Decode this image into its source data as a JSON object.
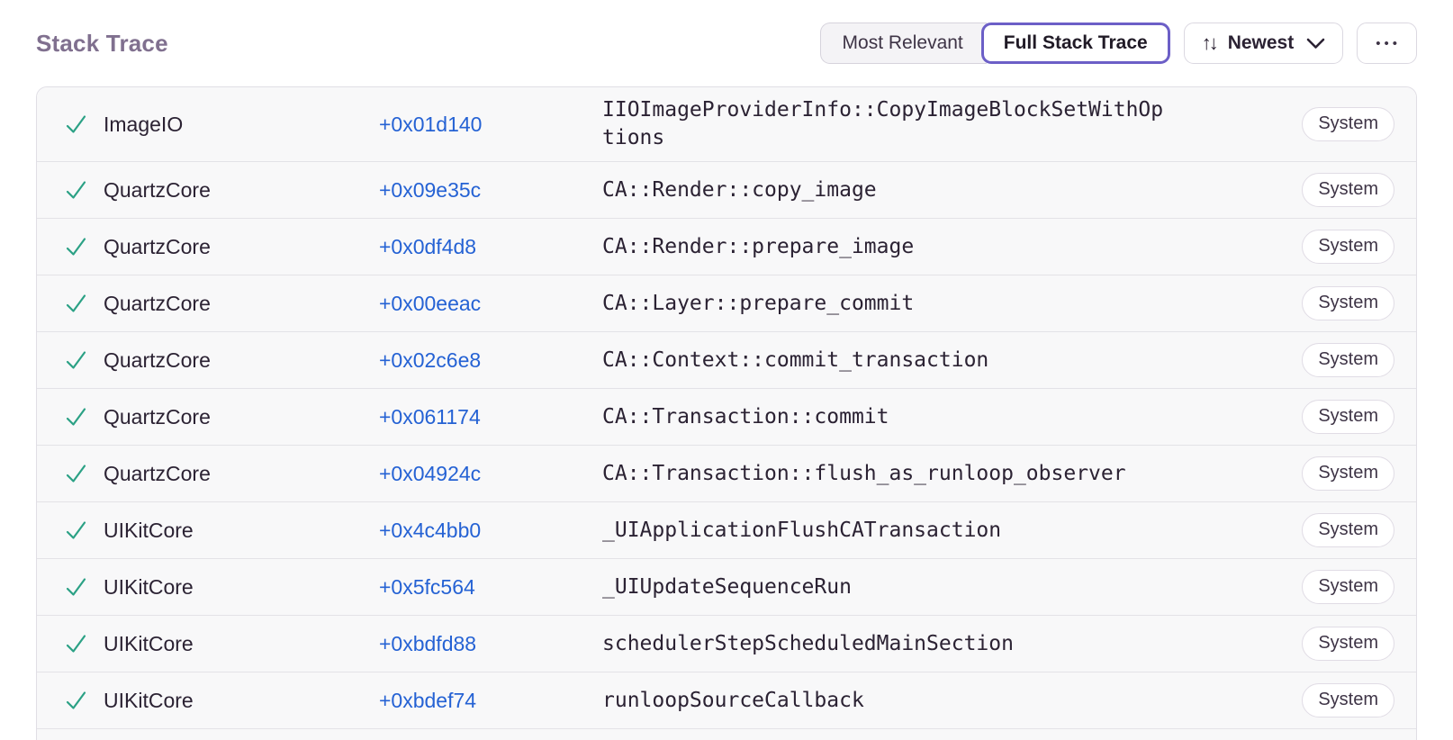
{
  "header": {
    "title": "Stack Trace",
    "most_relevant_label": "Most Relevant",
    "full_stack_trace_label": "Full Stack Trace",
    "sort_label": "Newest",
    "icons": {
      "sort_arrows_glyph": "↑↓",
      "ellipsis_glyph": "•••"
    }
  },
  "colors": {
    "accent_purple": "#6C5FC7",
    "title_gray_purple": "#80708F",
    "address_blue": "#2562D4",
    "check_green": "#2BA185",
    "row_background": "#F8F8F9"
  },
  "table": {
    "badge_label": "System",
    "rows": [
      {
        "module": "ImageIO",
        "address": "+0x01d140",
        "function": "IIOImageProviderInfo::CopyImageBlockSetWithOptions",
        "badge": "System"
      },
      {
        "module": "QuartzCore",
        "address": "+0x09e35c",
        "function": "CA::Render::copy_image",
        "badge": "System"
      },
      {
        "module": "QuartzCore",
        "address": "+0x0df4d8",
        "function": "CA::Render::prepare_image",
        "badge": "System"
      },
      {
        "module": "QuartzCore",
        "address": "+0x00eeac",
        "function": "CA::Layer::prepare_commit",
        "badge": "System"
      },
      {
        "module": "QuartzCore",
        "address": "+0x02c6e8",
        "function": "CA::Context::commit_transaction",
        "badge": "System"
      },
      {
        "module": "QuartzCore",
        "address": "+0x061174",
        "function": "CA::Transaction::commit",
        "badge": "System"
      },
      {
        "module": "QuartzCore",
        "address": "+0x04924c",
        "function": "CA::Transaction::flush_as_runloop_observer",
        "badge": "System"
      },
      {
        "module": "UIKitCore",
        "address": "+0x4c4bb0",
        "function": "_UIApplicationFlushCATransaction",
        "badge": "System"
      },
      {
        "module": "UIKitCore",
        "address": "+0x5fc564",
        "function": "_UIUpdateSequenceRun",
        "badge": "System"
      },
      {
        "module": "UIKitCore",
        "address": "+0xbdfd88",
        "function": "schedulerStepScheduledMainSection",
        "badge": "System"
      },
      {
        "module": "UIKitCore",
        "address": "+0xbdef74",
        "function": "runloopSourceCallback",
        "badge": "System"
      }
    ]
  }
}
